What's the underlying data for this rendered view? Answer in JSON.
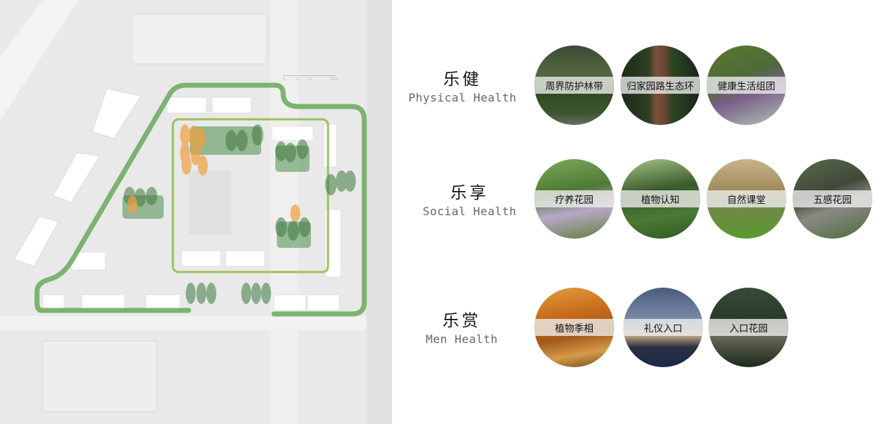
{
  "categories": [
    {
      "zh": "乐健",
      "en": "Physical Health",
      "items": [
        {
          "label": "周界防护林带",
          "bg": "linear-gradient(180deg,#3a4a36 0%,#55683f 35%,#2f4a23 60%,#3d5530 85%,#6b6a63 100%)"
        },
        {
          "label": "归家园路生态环",
          "bg": "linear-gradient(90deg,#1d2a1a 0%,#2c3f22 35%,#7a4f3c 45%,#6e4635 55%,#2d4424 65%,#1a2618 100%)"
        },
        {
          "label": "健康生活组团",
          "bg": "linear-gradient(160deg,#5a7a2f 0%,#4d6a3a 40%,#7a5f8a 60%,#9aa0a4 85%,#c4c6c6 100%)"
        }
      ]
    },
    {
      "zh": "乐享",
      "en": "Social Health",
      "items": [
        {
          "label": "疗养花园",
          "bg": "linear-gradient(170deg,#7da85a 0%,#4f7a36 40%,#b9a7c7 65%,#5f7f3e 100%)"
        },
        {
          "label": "植物认知",
          "bg": "linear-gradient(170deg,#a5c58a 0%,#3a5a2a 40%,#4a7a34 70%,#2f5a22 100%)"
        },
        {
          "label": "自然课堂",
          "bg": "linear-gradient(180deg,#c9b38a 0%,#a08a5c 40%,#6f8a4a 65%,#5a9a2a 100%)"
        },
        {
          "label": "五感花园",
          "bg": "linear-gradient(160deg,#5a6a4a 0%,#3f4a3a 40%,#8a8a84 60%,#4a6a3a 100%)"
        }
      ]
    },
    {
      "zh": "乐赏",
      "en": "Men Health",
      "items": [
        {
          "label": "植物季相",
          "bg": "linear-gradient(170deg,#e0a040 0%,#c86a1a 35%,#a35a1a 60%,#d69a4a 80%,#6a4a1a 100%)"
        },
        {
          "label": "礼仪入口",
          "bg": "linear-gradient(180deg,#4a5a7a 0%,#7a8aa8 40%,#c0a888 60%,#2a3040 75%,#1a2a4a 100%)"
        },
        {
          "label": "入口花园",
          "bg": "linear-gradient(180deg,#3a4a3a 0%,#2a3a2a 40%,#6a6a5a 60%,#1a2a1a 100%)"
        }
      ]
    }
  ],
  "map": {
    "scale_labels": [
      "0",
      "25",
      "50",
      "100m"
    ],
    "colors": {
      "outer_loop": "#6aa85a",
      "inner_loop": "#9cc05a",
      "tree_green": "#3e7a3e",
      "tree_orange": "#f0a040"
    }
  }
}
